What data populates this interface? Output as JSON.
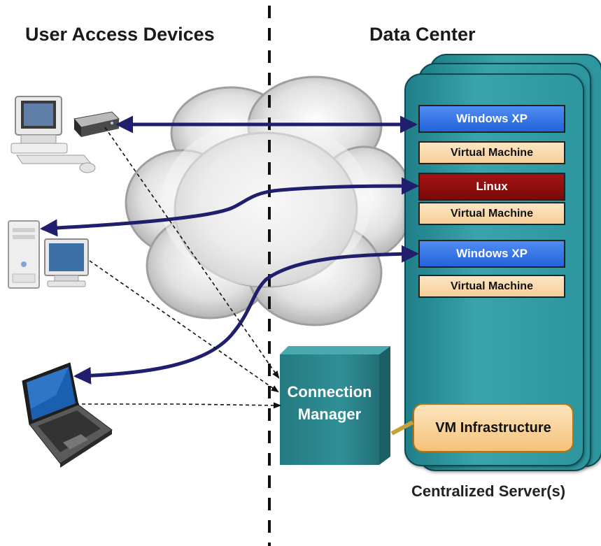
{
  "headings": {
    "left": "User Access Devices",
    "right": "Data Center"
  },
  "servers": {
    "vms": [
      {
        "os": "Windows XP",
        "vm": "Virtual Machine",
        "color": "#2b6be0"
      },
      {
        "os": "Linux",
        "vm": "Virtual Machine",
        "color": "#8e0e0e"
      },
      {
        "os": "Windows XP",
        "vm": "Virtual Machine",
        "color": "#2b6be0"
      }
    ],
    "infrastructure": "VM Infrastructure",
    "caption": "Centralized Server(s)"
  },
  "connection_manager": {
    "line1": "Connection",
    "line2": "Manager"
  },
  "devices": [
    {
      "icon": "thin-client-icon"
    },
    {
      "icon": "desktop-pc-icon"
    },
    {
      "icon": "laptop-icon"
    }
  ],
  "colors": {
    "arrow": "#1f1f6e",
    "server_teal": "#2d959d",
    "vm_tan": "#f6cf98"
  }
}
